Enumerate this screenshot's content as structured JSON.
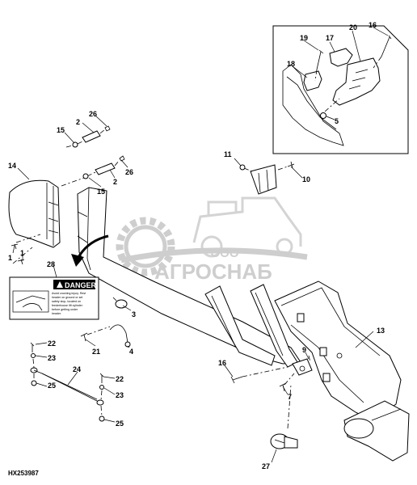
{
  "figure_id": "HX253987",
  "watermark": {
    "line1": "ООО",
    "line2": "АГРОСНАБ"
  },
  "danger_label": {
    "signal_word": "DANGER",
    "line1": "Avoid crushing injury. Rest",
    "line2": "header on ground or set",
    "line3": "safety stop, located on",
    "line4": "feederhouse lift cylinder",
    "line5": "before getting under",
    "line6": "header."
  },
  "callouts": {
    "c1a": "1",
    "c1b": "1",
    "c2a": "2",
    "c2b": "2",
    "c3": "3",
    "c4": "4",
    "c5": "5",
    "c7": "7",
    "c9": "9",
    "c10": "10",
    "c11": "11",
    "c13": "13",
    "c14": "14",
    "c15a": "15",
    "c15b": "15",
    "c16a": "16",
    "c16b": "16",
    "c17": "17",
    "c18": "18",
    "c19": "19",
    "c20": "20",
    "c21": "21",
    "c22a": "22",
    "c22b": "22",
    "c23a": "23",
    "c23b": "23",
    "c24": "24",
    "c25a": "25",
    "c25b": "25",
    "c26a": "26",
    "c26b": "26",
    "c27": "27",
    "c28": "28"
  }
}
